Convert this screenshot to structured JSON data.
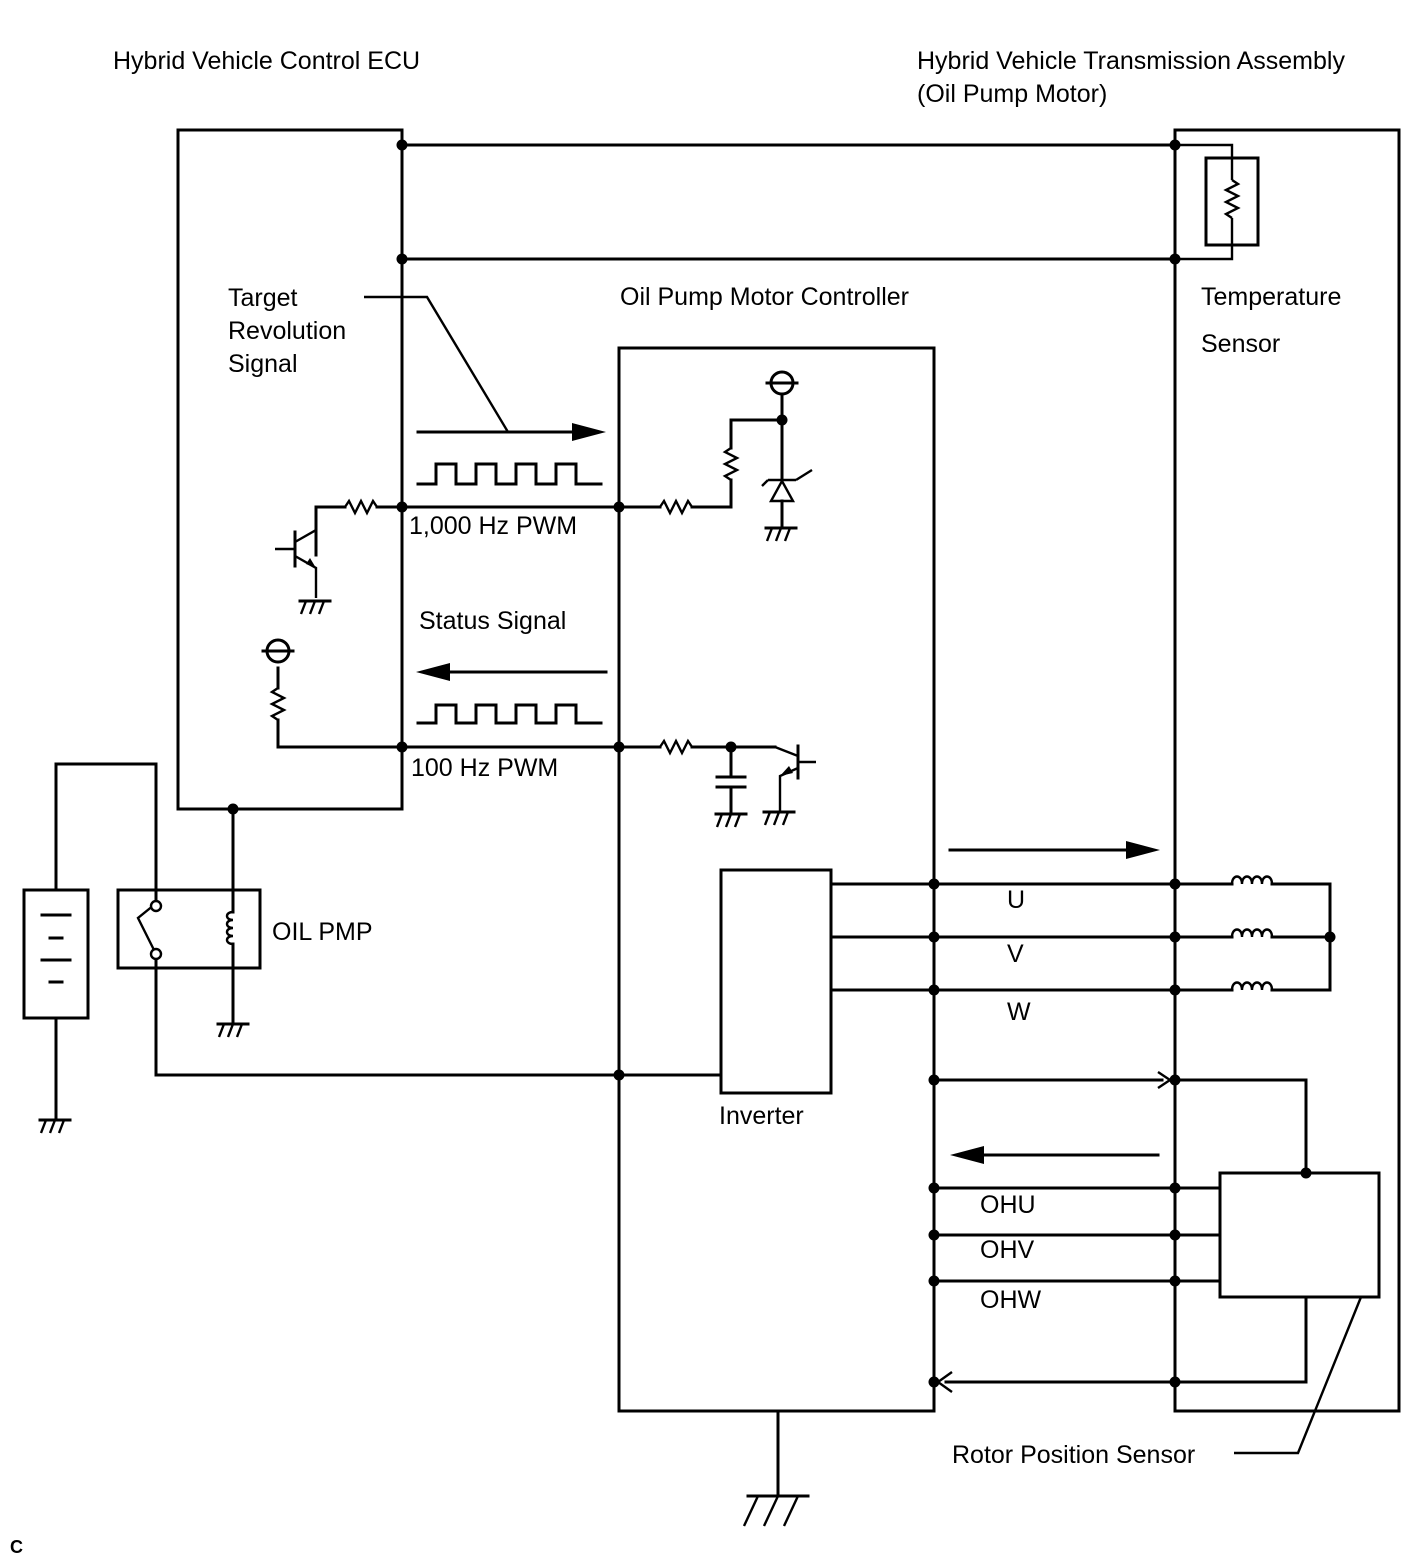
{
  "labels": {
    "ecu": "Hybrid Vehicle Control ECU",
    "transmission_line1": "Hybrid Vehicle Transmission Assembly",
    "transmission_line2": "(Oil Pump Motor)",
    "controller": "Oil Pump Motor Controller",
    "target_line1": "Target",
    "target_line2": "Revolution",
    "target_line3": "Signal",
    "pwm_1000": "1,000 Hz PWM",
    "status_signal": "Status Signal",
    "pwm_100": "100 Hz PWM",
    "temp_line1": "Temperature",
    "temp_line2": "Sensor",
    "oil_pmp": "OIL PMP",
    "inverter": "Inverter",
    "phase_u": "U",
    "phase_v": "V",
    "phase_w": "W",
    "ohu": "OHU",
    "ohv": "OHV",
    "ohw": "OHW",
    "rotor_sensor": "Rotor Position Sensor",
    "corner_mark": "C"
  },
  "colors": {
    "line": "#000000",
    "background": "#ffffff"
  }
}
